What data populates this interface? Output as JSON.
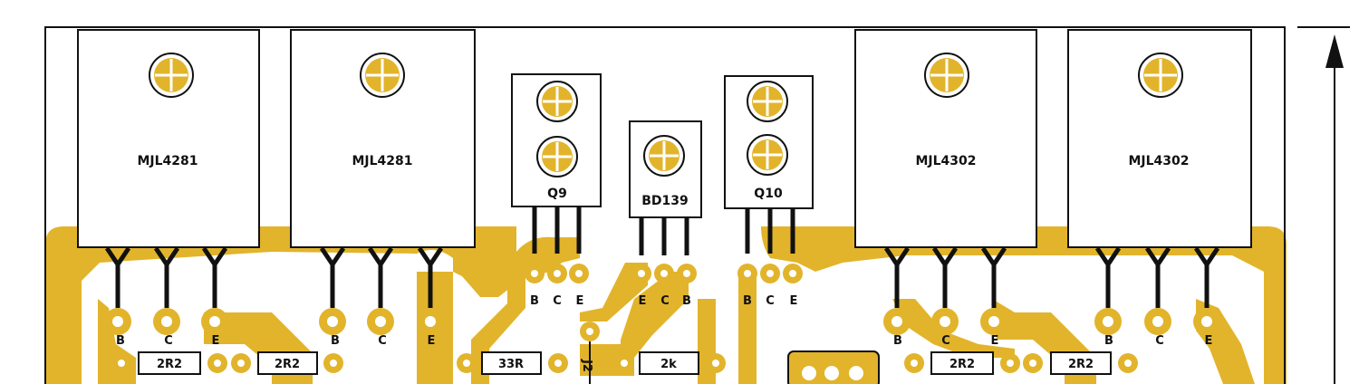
{
  "colors": {
    "copper": "#E2B42B",
    "outline": "#111111",
    "background": "#FFFFFF",
    "pad_hole": "#FFFFFF"
  },
  "components": {
    "q_mjl4281_1": {
      "label": "MJL4281",
      "pins": [
        "B",
        "C",
        "E"
      ]
    },
    "q_mjl4281_2": {
      "label": "MJL4281",
      "pins": [
        "B",
        "C",
        "E"
      ]
    },
    "q9": {
      "label": "Q9",
      "pins": [
        "B",
        "C",
        "E"
      ]
    },
    "bd139": {
      "label": "BD139",
      "pins": [
        "E",
        "C",
        "B"
      ]
    },
    "q10": {
      "label": "Q10",
      "pins": [
        "B",
        "C",
        "E"
      ]
    },
    "q_mjl4302_1": {
      "label": "MJL4302",
      "pins": [
        "B",
        "C",
        "E"
      ]
    },
    "q_mjl4302_2": {
      "label": "MJL4302",
      "pins": [
        "B",
        "C",
        "E"
      ]
    }
  },
  "resistors": {
    "r1": "2R2",
    "r2": "2R2",
    "r3": "33R",
    "r4": "2k",
    "r5": "2R2",
    "r6": "2R2"
  },
  "jumper_label": "J2"
}
